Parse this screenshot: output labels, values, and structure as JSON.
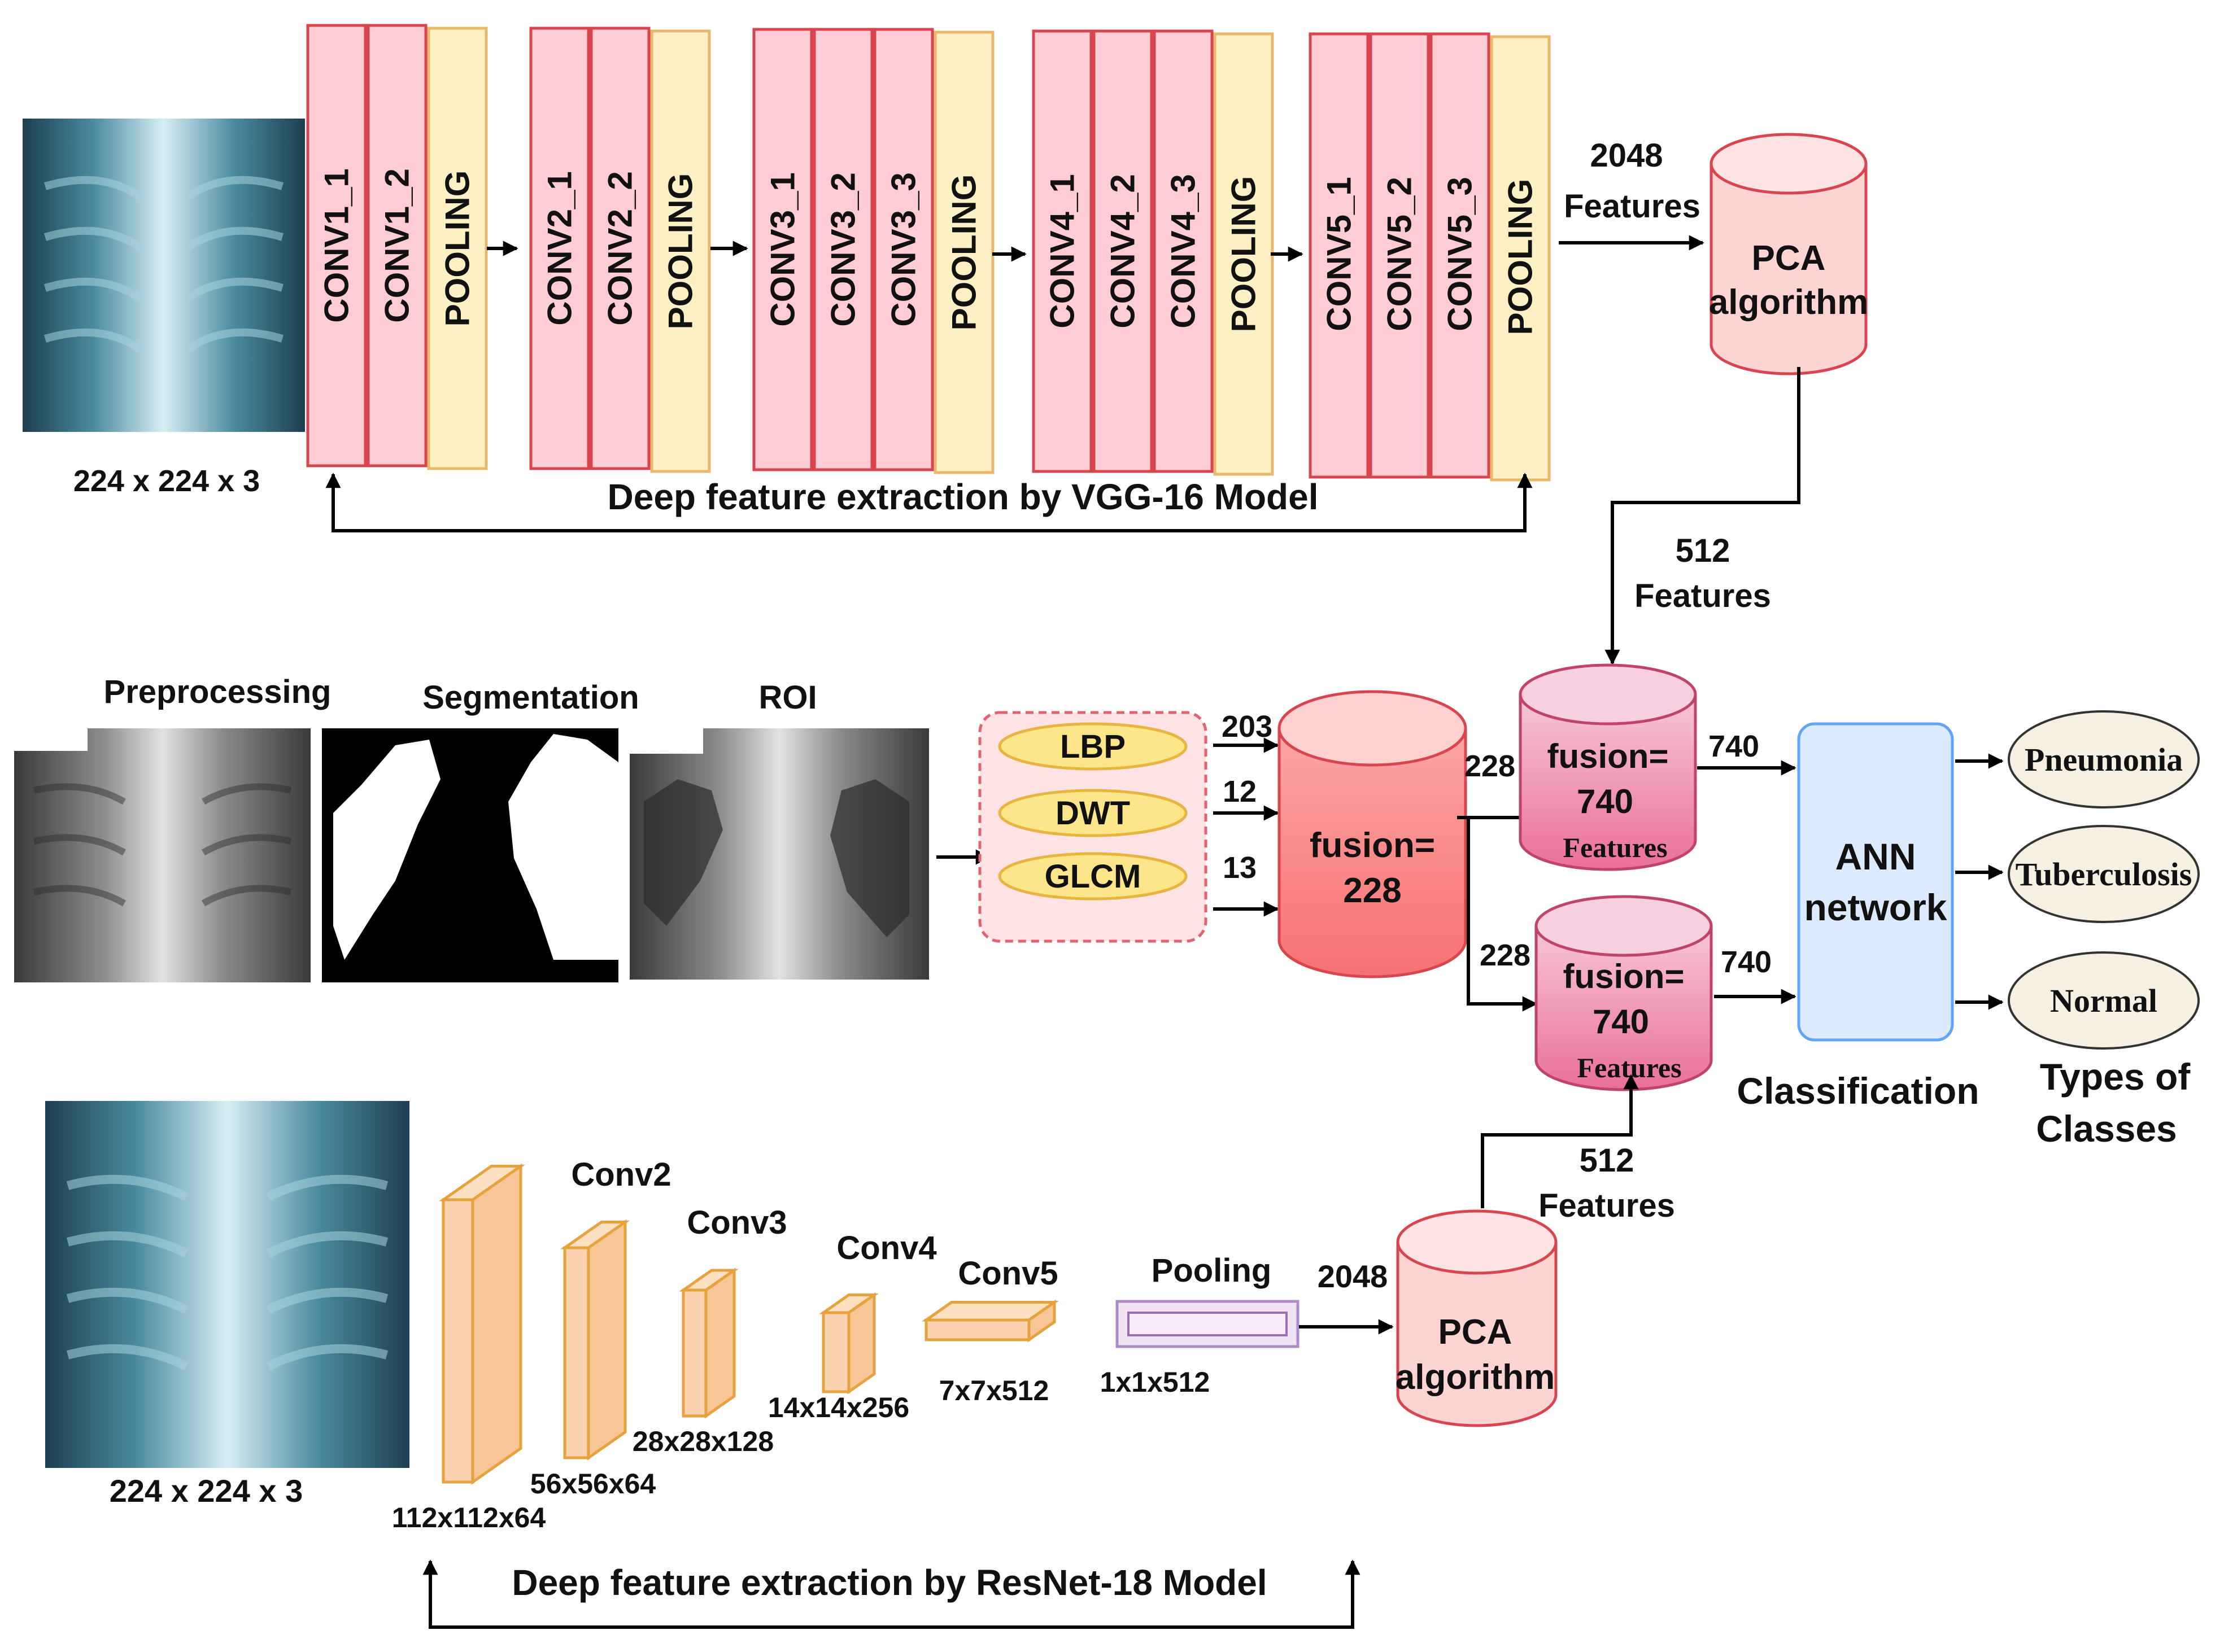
{
  "vgg": {
    "input_size": "224 x 224 x 3",
    "blocks": [
      [
        "CONV1_1",
        "CONV1_2",
        "POOLING"
      ],
      [
        "CONV2_1",
        "CONV2_2",
        "POOLING"
      ],
      [
        "CONV3_1",
        "CONV3_2",
        "CONV3_3",
        "POOLING"
      ],
      [
        "CONV4_1",
        "CONV4_2",
        "CONV4_3",
        "POOLING"
      ],
      [
        "CONV5_1",
        "CONV5_2",
        "CONV5_3",
        "POOLING"
      ]
    ],
    "caption": "Deep feature extraction by VGG-16 Model",
    "features_out_count": "2048",
    "features_out_word": "Features",
    "pca_line1": "PCA",
    "pca_line2": "algorithm",
    "reduced_count": "512",
    "reduced_word": "Features"
  },
  "handcrafted": {
    "steps": [
      "Preprocessing",
      "Segmentation",
      "ROI"
    ],
    "methods": [
      "LBP",
      "DWT",
      "GLCM"
    ],
    "method_counts": [
      "203",
      "12",
      "13"
    ],
    "fusion_line1": "fusion=",
    "fusion_line2": "228",
    "out_top": "228",
    "out_bottom": "228"
  },
  "fusion_vgg": {
    "line1": "fusion=",
    "line2": "740",
    "line3": "Features",
    "out": "740"
  },
  "fusion_resnet": {
    "line1": "fusion=",
    "line2": "740",
    "line3": "Features",
    "out": "740"
  },
  "classifier": {
    "line1": "ANN",
    "line2": "network",
    "caption": "Classification",
    "classes": [
      "Pneumonia",
      "Tuberculosis",
      "Normal"
    ],
    "classes_caption_line1": "Types of",
    "classes_caption_line2": "Classes"
  },
  "resnet": {
    "input_size": "224 x 224 x 3",
    "layers": [
      {
        "name": "",
        "dims": "112x112x64"
      },
      {
        "name": "Conv2",
        "dims": "56x56x64"
      },
      {
        "name": "Conv3",
        "dims": "28x28x128"
      },
      {
        "name": "Conv4",
        "dims": "14x14x256"
      },
      {
        "name": "Conv5",
        "dims": "7x7x512"
      }
    ],
    "pooling_name": "Pooling",
    "pooling_dims": "1x1x512",
    "features_out_count": "2048",
    "pca_line1": "PCA",
    "pca_line2": "algorithm",
    "reduced_count": "512",
    "reduced_word": "Features",
    "caption": "Deep feature extraction by ResNet-18 Model"
  },
  "colors": {
    "conv_fill": "#fecdd3",
    "conv_stroke": "#d9454f",
    "pool_fill": "#fdf0c4",
    "pool_stroke": "#e9b86a",
    "pca_fill": "#fcd5d2",
    "fusion_hand_fill": "#f87171",
    "fusion_deep_fill": "#f3a6c4",
    "ann_fill": "#dbeafe",
    "ann_stroke": "#60a5fa",
    "method_fill": "#fde68a",
    "resnet_fill": "#fbd3b0",
    "resnet_stroke": "#e6a23c",
    "class_fill": "#f5f0e1"
  }
}
